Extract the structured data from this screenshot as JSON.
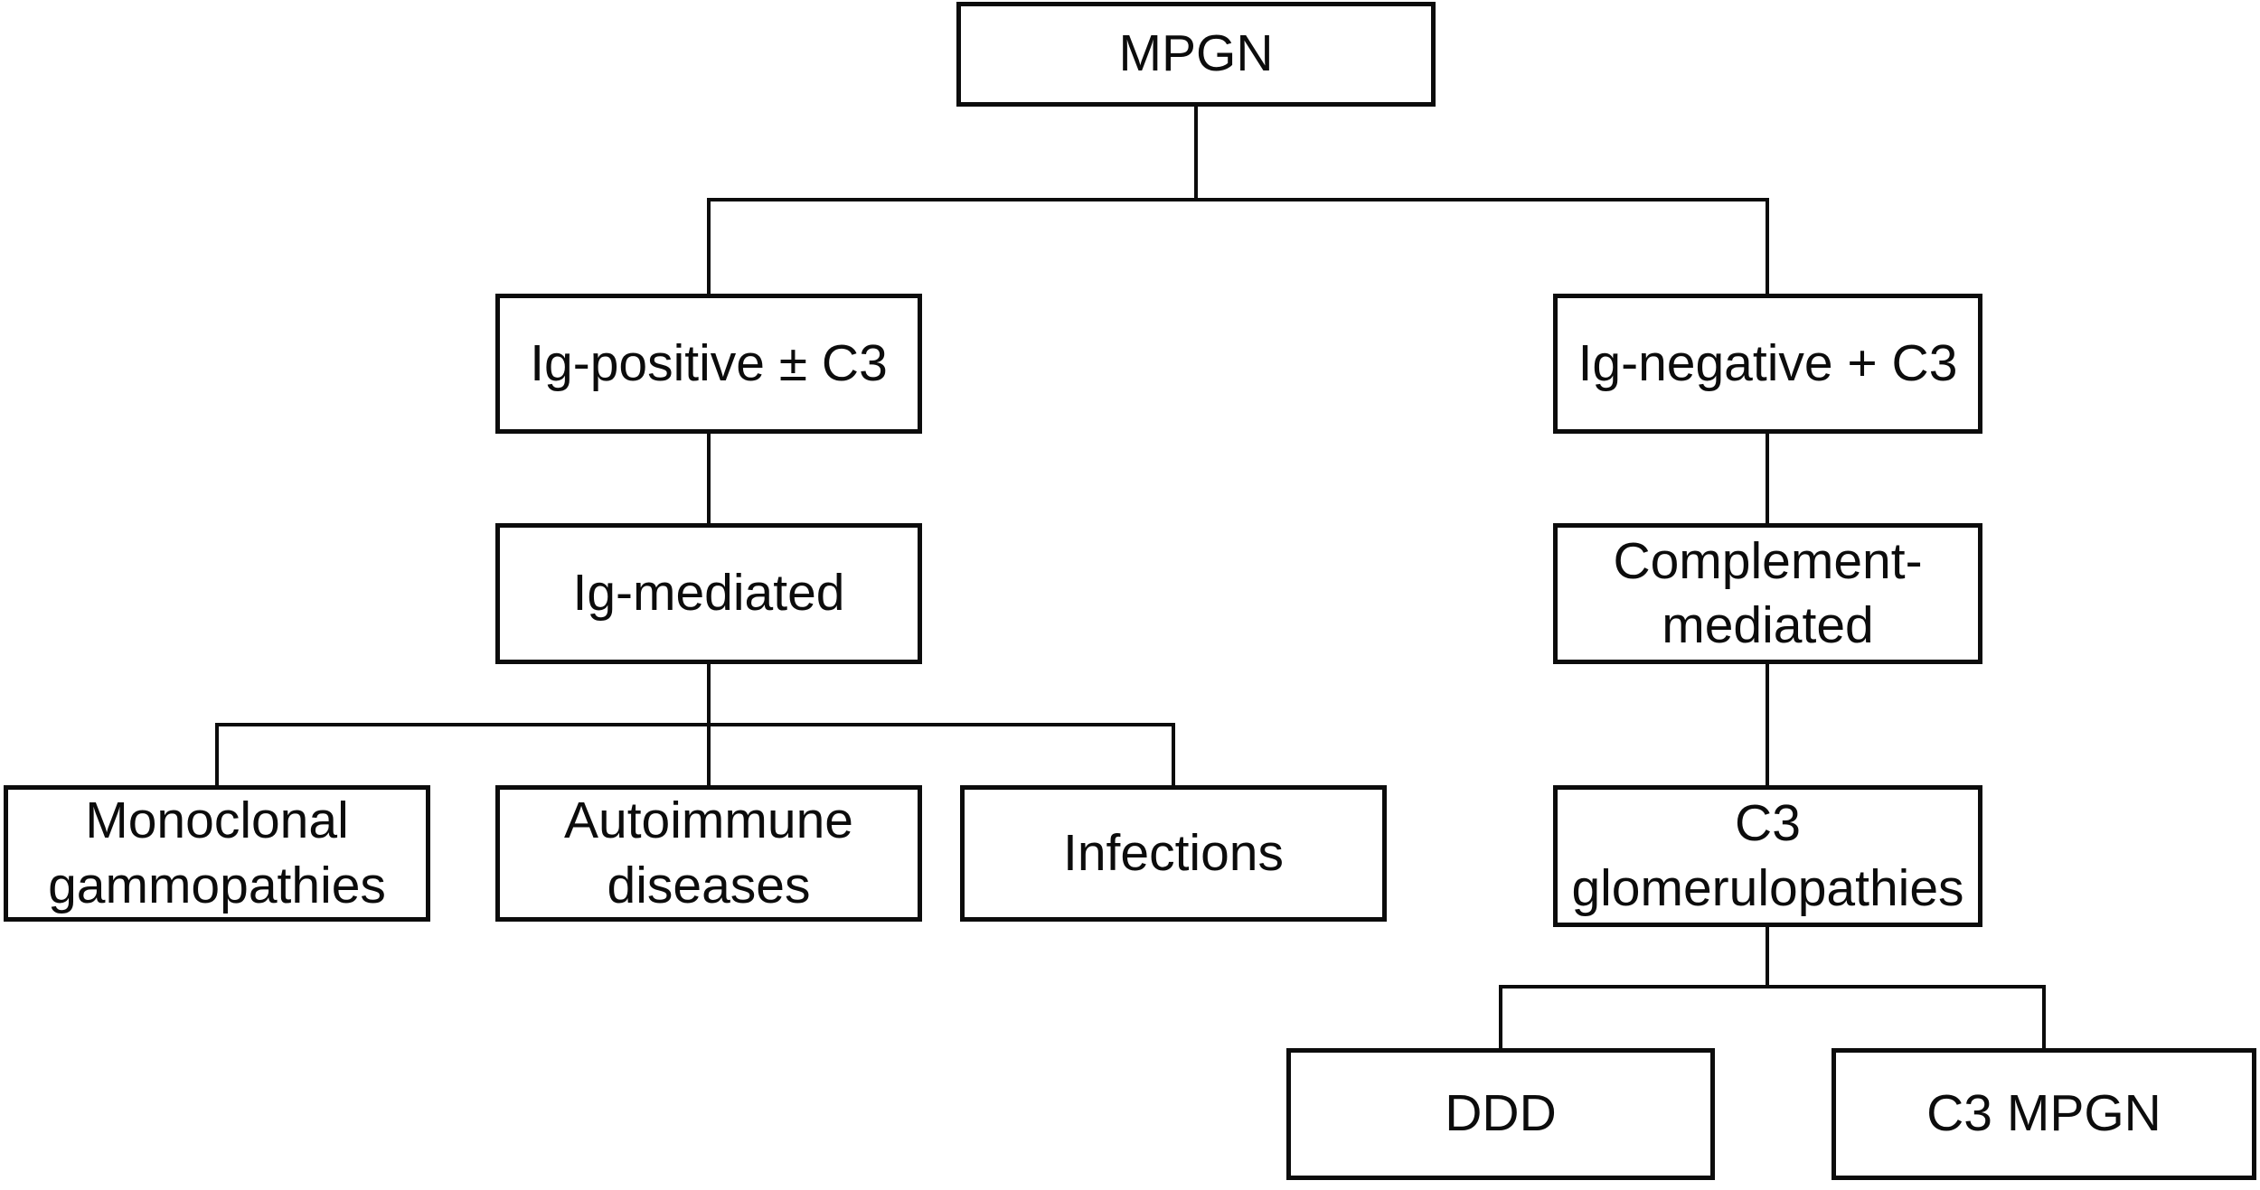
{
  "palette": {
    "background": "#ffffff",
    "box_fill": "#ffffff",
    "box_border": "#0c0c0c",
    "text": "#0c0c0c",
    "connector": "#0c0c0c"
  },
  "diagram": {
    "type": "tree-flowchart",
    "root": "MPGN",
    "nodes": [
      {
        "id": "mpgn",
        "label": "MPGN",
        "lines": [
          "MPGN"
        ],
        "parent": null
      },
      {
        "id": "ig-positive-c3",
        "label": "Ig-positive ± C3",
        "lines": [
          "Ig-positive ± C3"
        ],
        "parent": "mpgn"
      },
      {
        "id": "ig-negative-c3",
        "label": "Ig-negative + C3",
        "lines": [
          "Ig-negative + C3"
        ],
        "parent": "mpgn"
      },
      {
        "id": "ig-mediated",
        "label": "Ig-mediated",
        "lines": [
          "Ig-mediated"
        ],
        "parent": "ig-positive-c3"
      },
      {
        "id": "complement-mediated",
        "label": "Complement-mediated",
        "lines": [
          "Complement-",
          "mediated"
        ],
        "parent": "ig-negative-c3"
      },
      {
        "id": "monoclonal-gammopathies",
        "label": "Monoclonal gammopathies",
        "lines": [
          "Monoclonal",
          "gammopathies"
        ],
        "parent": "ig-mediated"
      },
      {
        "id": "autoimmune-diseases",
        "label": "Autoimmune diseases",
        "lines": [
          "Autoimmune",
          "diseases"
        ],
        "parent": "ig-mediated"
      },
      {
        "id": "infections",
        "label": "Infections",
        "lines": [
          "Infections"
        ],
        "parent": "ig-mediated"
      },
      {
        "id": "c3-glomerulopathies",
        "label": "C3 glomerulopathies",
        "lines": [
          "C3",
          "glomerulopathies"
        ],
        "parent": "complement-mediated"
      },
      {
        "id": "ddd",
        "label": "DDD",
        "lines": [
          "DDD"
        ],
        "parent": "c3-glomerulopathies"
      },
      {
        "id": "c3-mpgn",
        "label": "C3 MPGN",
        "lines": [
          "C3 MPGN"
        ],
        "parent": "c3-glomerulopathies"
      }
    ]
  }
}
